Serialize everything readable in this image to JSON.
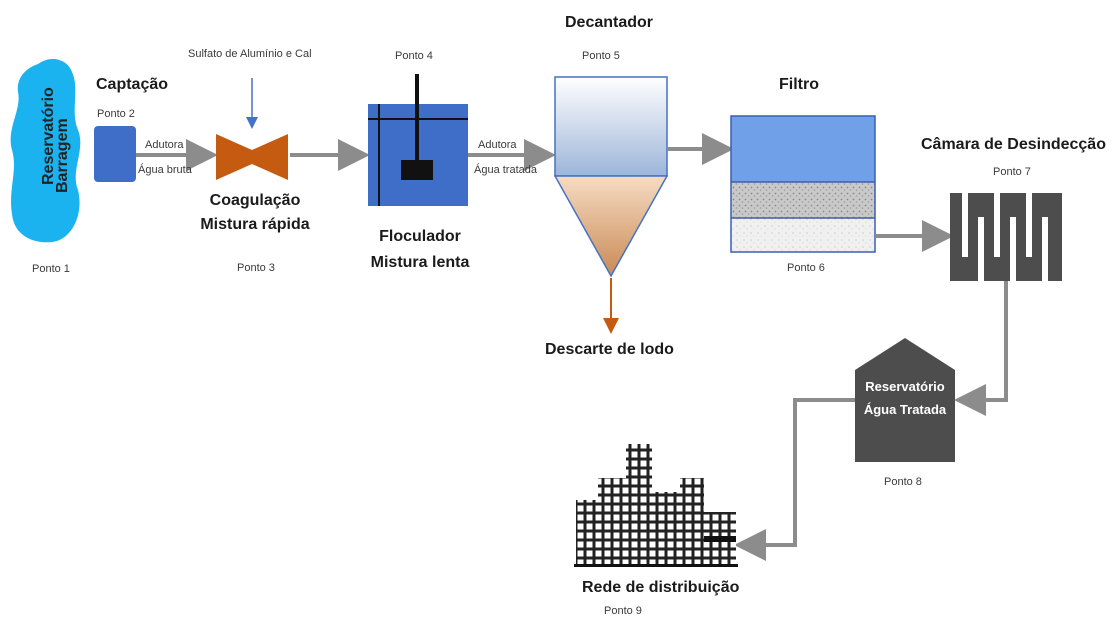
{
  "points": {
    "p1": "Ponto 1",
    "p2": "Ponto 2",
    "p3": "Ponto 3",
    "p4": "Ponto 4",
    "p5": "Ponto 5",
    "p6": "Ponto 6",
    "p7": "Ponto 7",
    "p8": "Ponto 8",
    "p9": "Ponto 9"
  },
  "reservoir": {
    "line1": "Reservatório",
    "line2": "Barragem"
  },
  "captacao": "Captação",
  "adutora1": "Adutora",
  "agua_bruta": "Água bruta",
  "reagent": "Sulfato de Alumínio e Cal",
  "coagulacao": {
    "line1": "Coagulação",
    "line2": "Mistura rápida"
  },
  "floculador": {
    "line1": "Floculador",
    "line2": "Mistura lenta"
  },
  "adutora2": "Adutora",
  "agua_tratada": "Água tratada",
  "decantador": "Decantador",
  "descarte": "Descarte de lodo",
  "filtro": "Filtro",
  "camara": "Câmara de Desindecção",
  "treated_reservoir": {
    "line1": "Reservatório",
    "line2": "Água Tratada"
  },
  "rede": "Rede de distribuição",
  "colors": {
    "water_blue": "#1ab2ef",
    "box_blue": "#3e6ec8",
    "orange": "#c55a11",
    "grey_arrow": "#8c8c8c",
    "dark_grey": "#4d4d4d",
    "filter_blue": "#6fa0e8"
  }
}
